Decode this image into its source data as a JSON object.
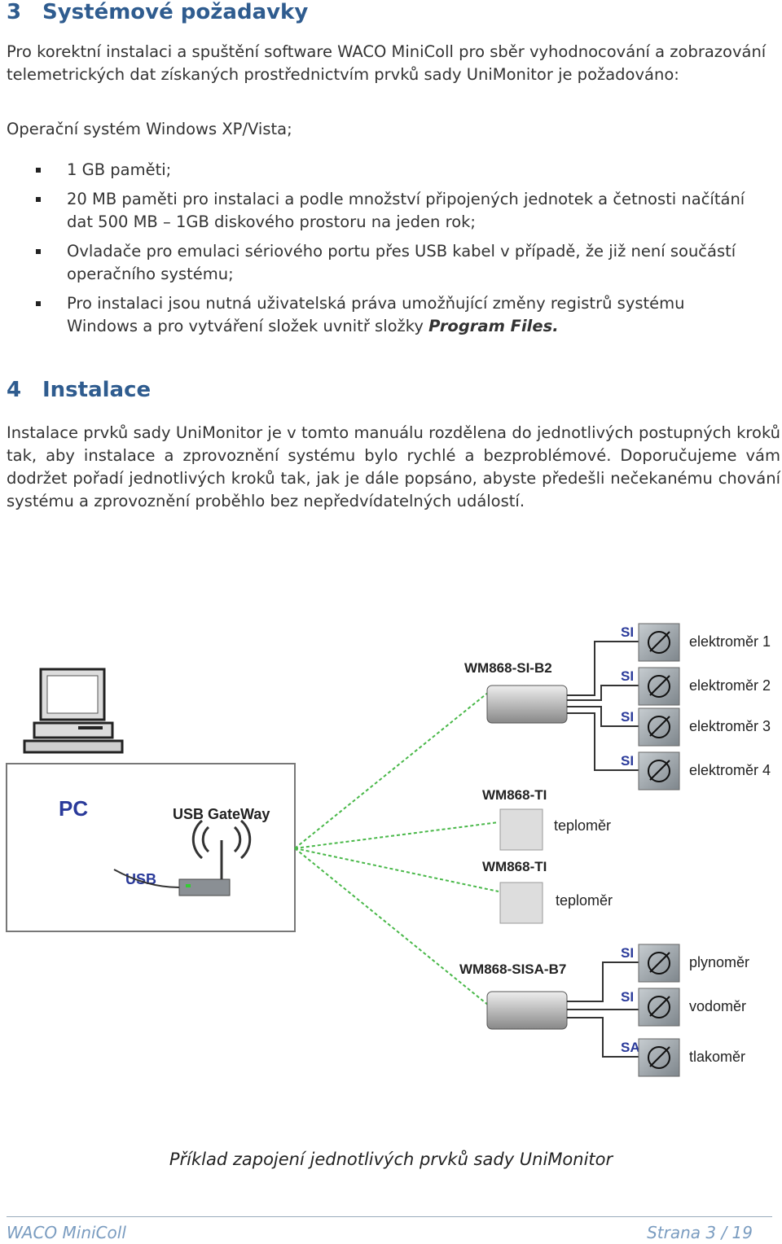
{
  "section3": {
    "number": "3",
    "title": "Systémové požadavky",
    "intro": "Pro korektní instalaci a spuštění software WACO MiniColl pro sběr vyhodnocování a zobrazování telemetrických dat získaných prostřednictvím prvků sady UniMonitor je požadováno:",
    "os": "Operační systém Windows XP/Vista;",
    "requirements": [
      "1 GB paměti;",
      "20 MB paměti pro instalaci a podle množství připojených jednotek a četnosti načítání dat 500 MB – 1GB diskového prostoru na jeden rok;",
      "Ovladače pro emulaci sériového portu přes USB kabel v případě, že již není součástí operačního systému;",
      "Pro instalaci jsou nutná uživatelská práva umožňující změny registrů systému Windows a pro vytváření složek uvnitř složky"
    ],
    "program_files": "Program Files",
    "period": "."
  },
  "section4": {
    "number": "4",
    "title": "Instalace",
    "text": "Instalace prvků sady UniMonitor je v tomto manuálu rozdělena do jednotlivých postupných kroků tak, aby instalace a zprovoznění systému bylo rychlé a bezproblémové. Doporučujeme vám dodržet pořadí jednotlivých kroků tak, jak je dále popsáno, abyste předešli nečekanému chování systému a zprovoznění proběhlo bez nepředvídatelných událostí."
  },
  "diagram": {
    "pc": "PC",
    "usb": "USB",
    "gateway": "USB GateWay",
    "device1": "WM868-SI-B2",
    "device2": "WM868-TI",
    "device3": "WM868-TI",
    "device4": "WM868-SISA-B7",
    "si": "SI",
    "sa": "SA",
    "meters1": [
      "elektroměr 1",
      "elektroměr 2",
      "elektroměr 3",
      "elektroměr 4"
    ],
    "thermo1": "teploměr",
    "thermo2": "teploměr",
    "meters2": [
      "plynoměr",
      "vodoměr",
      "tlakoměr"
    ],
    "colors": {
      "wireless": "#49b849",
      "frame": "#777777",
      "meter": "#9fa6ab"
    }
  },
  "caption": "Příklad zapojení jednotlivých prvků sady UniMonitor",
  "footer": {
    "left": "WACO MiniColl",
    "right": "Strana 3 / 19"
  }
}
